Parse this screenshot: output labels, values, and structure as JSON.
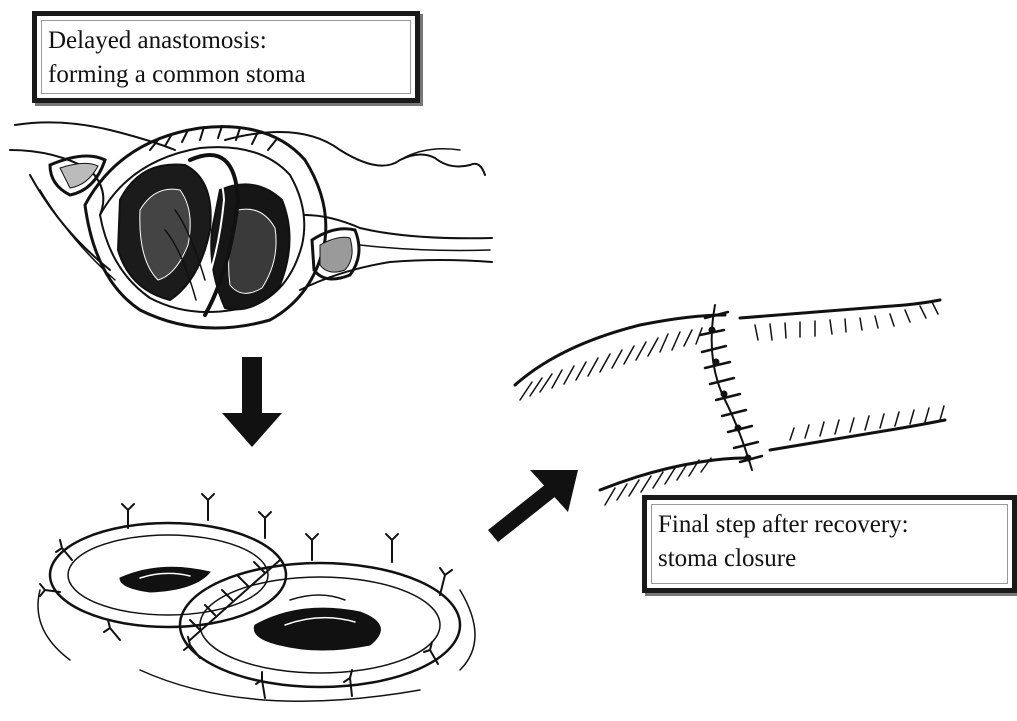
{
  "labels": {
    "top": {
      "line1": "Delayed anastomosis:",
      "line2": "forming a common stoma"
    },
    "bottom_right": {
      "line1": "Final step after recovery:",
      "line2": "stoma closure"
    }
  },
  "colors": {
    "ink": "#111111",
    "box_border": "#1a1a1a",
    "shadow": "#777777",
    "inner_border": "#9a9a9a"
  }
}
